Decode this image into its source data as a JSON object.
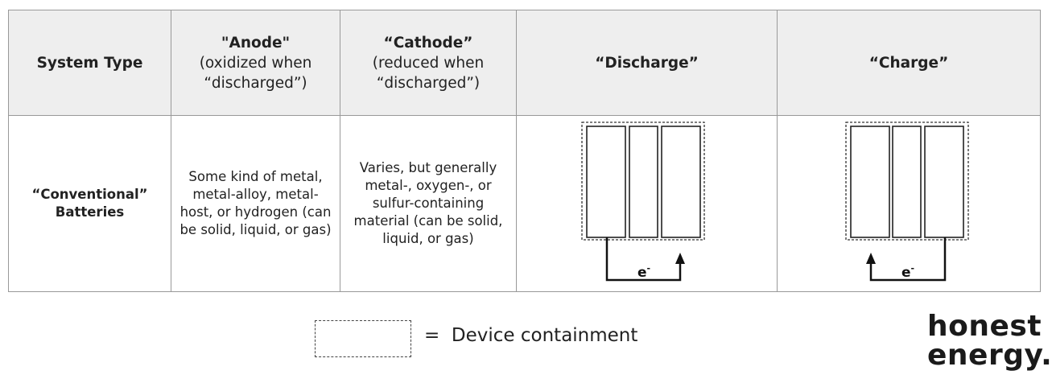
{
  "table": {
    "headers": {
      "system_type": "System Type",
      "anode_title": "\"Anode\"",
      "anode_sub": "(oxidized when “discharged”)",
      "cathode_title": "“Cathode”",
      "cathode_sub": "(reduced when “discharged”)",
      "discharge": "“Discharge”",
      "charge": "“Charge”"
    },
    "rows": [
      {
        "system_type": "“Conventional” Batteries",
        "anode": "Some kind of metal, metal-alloy, metal-host, or hydrogen (can be solid, liquid, or gas)",
        "cathode": "Varies, but generally metal-, oxygen-, or sulfur-containing material (can be solid, liquid, or gas)",
        "electron_label": "e",
        "electron_sup": "-"
      }
    ]
  },
  "legend": {
    "equals": "=",
    "label": "Device containment"
  },
  "brand": {
    "line1": "honest",
    "line2": "energy."
  }
}
